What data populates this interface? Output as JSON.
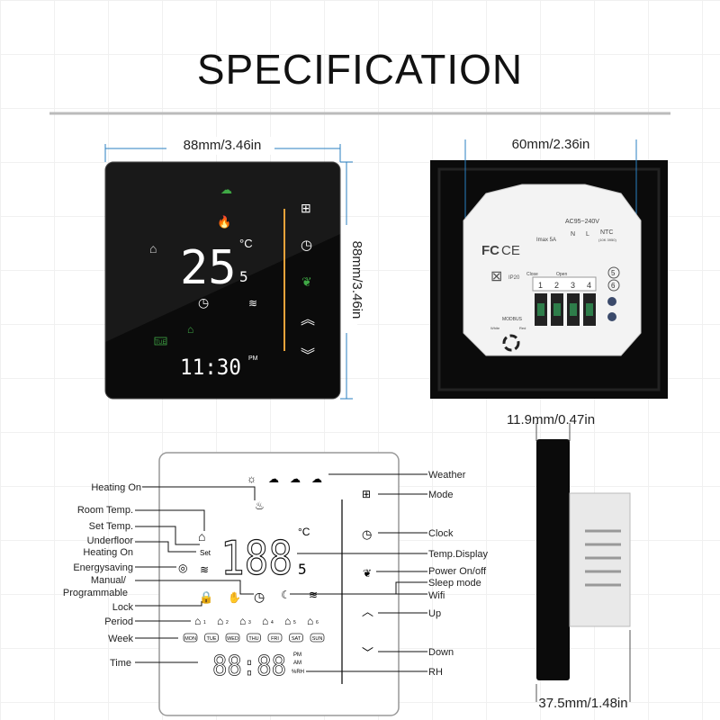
{
  "title": "SPECIFICATION",
  "front_view": {
    "width_label": "88mm/3.46in",
    "height_label": "88mm/3.46in",
    "display": {
      "temperature": "25",
      "decimal": "5",
      "unit": "°C",
      "time": "11:30",
      "ampm": "PM",
      "day": "TUE"
    }
  },
  "back_view": {
    "width_label": "60mm/2.36in",
    "module": {
      "voltage": "AC95~240V",
      "imax": "Imax 5A",
      "n": "N",
      "l": "L",
      "ntc": "NTC",
      "ntc_spec": "(10K 3950)",
      "close": "Close",
      "open": "Open",
      "ip": "IP20",
      "terminals": [
        "1",
        "2",
        "3",
        "4"
      ],
      "ntc_terminals": [
        "5",
        "6"
      ],
      "modbus": "MODBUS",
      "white": "White",
      "red": "Red",
      "marks": [
        "FC",
        "CE"
      ]
    }
  },
  "side_view": {
    "depth_label": "11.9mm/0.47in",
    "total_label": "37.5mm/1.48in"
  },
  "diagram": {
    "digits": "188",
    "decimal": "5",
    "unit": "°C",
    "time": "88:88",
    "pm": "PM",
    "am": "AM",
    "rh": "%RH",
    "set": "Set",
    "weeks": [
      "MON",
      "TUE",
      "WED",
      "THU",
      "FRI",
      "SAT",
      "SUN"
    ],
    "periods": [
      "1",
      "2",
      "3",
      "4",
      "5",
      "6"
    ],
    "left_labels": [
      "Heating On",
      "Room Temp.",
      "Set  Temp.",
      "Underfloor",
      "Heating On",
      "Energysaving",
      "Manual/",
      "Programmable",
      "Lock",
      "Period",
      "Week",
      "Time"
    ],
    "right_labels": [
      "Weather",
      "Mode",
      "Clock",
      "Temp.Display",
      "Power On/off",
      "Sleep mode",
      "Wifi",
      "Up",
      "Down",
      "RH"
    ]
  },
  "colors": {
    "accent_orange": "#e8a23a",
    "leaf_green": "#3fa845",
    "flame_red": "#e03020",
    "device_black": "#0b0b0b"
  }
}
